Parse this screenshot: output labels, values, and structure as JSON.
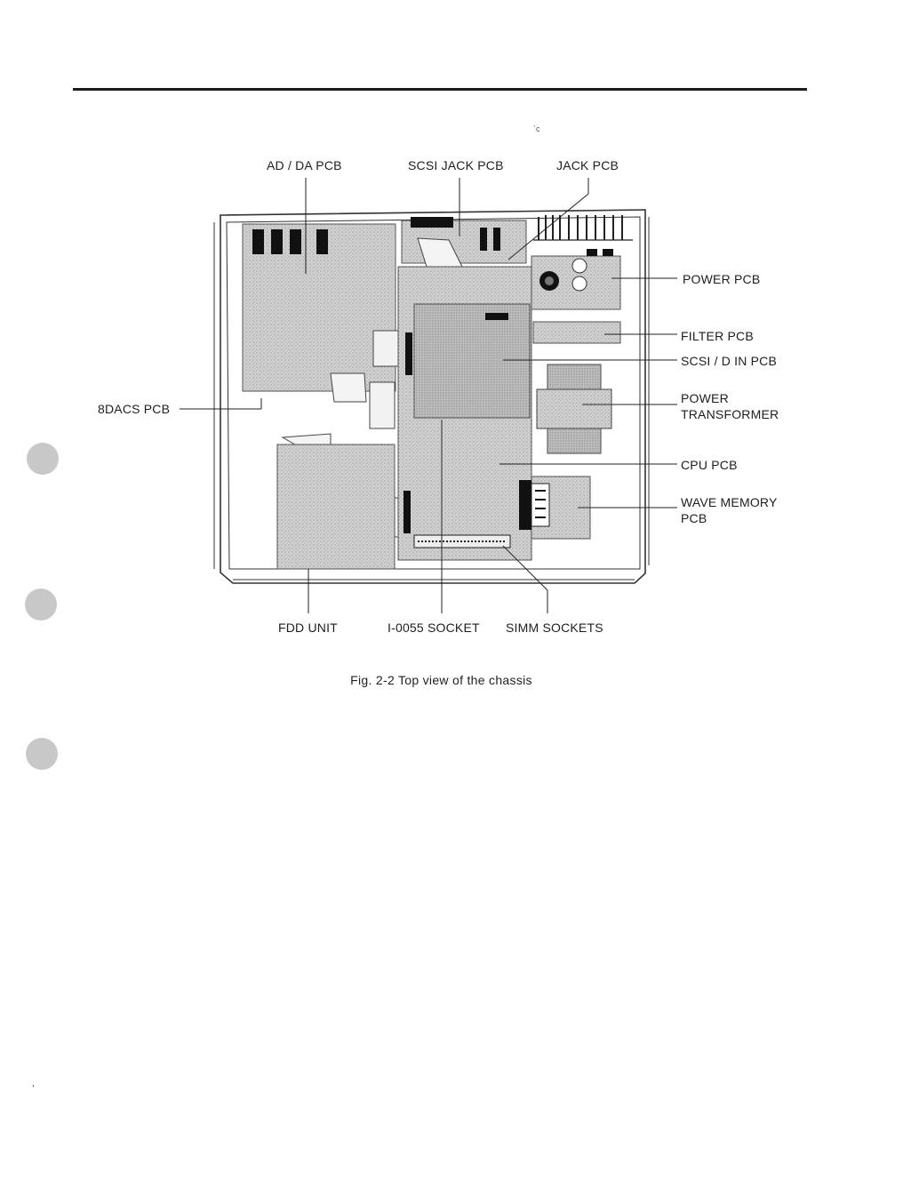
{
  "figure": {
    "caption": "Fig. 2-2 Top view of the chassis",
    "labels": {
      "ad_da_pcb": "AD / DA PCB",
      "scsi_jack_pcb": "SCSI JACK PCB",
      "jack_pcb": "JACK PCB",
      "power_pcb": "POWER PCB",
      "filter_pcb": "FILTER PCB",
      "scsi_d_in_pcb": "SCSI / D IN PCB",
      "power_transformer_line1": "POWER",
      "power_transformer_line2": "TRANSFORMER",
      "cpu_pcb": "CPU PCB",
      "wave_memory_line1": "WAVE MEMORY",
      "wave_memory_line2": "PCB",
      "eight_dacs_pcb": "8DACS PCB",
      "fdd_unit": "FDD UNIT",
      "i0055_socket": "I-0055 SOCKET",
      "simm_sockets": "SIMM SOCKETS"
    }
  },
  "colors": {
    "rule": "#1c1c1c",
    "board_fill": "#c9c9c9",
    "board_stroke": "#555555",
    "connector": "#111111",
    "binder_hole": "#c8c8c8"
  }
}
